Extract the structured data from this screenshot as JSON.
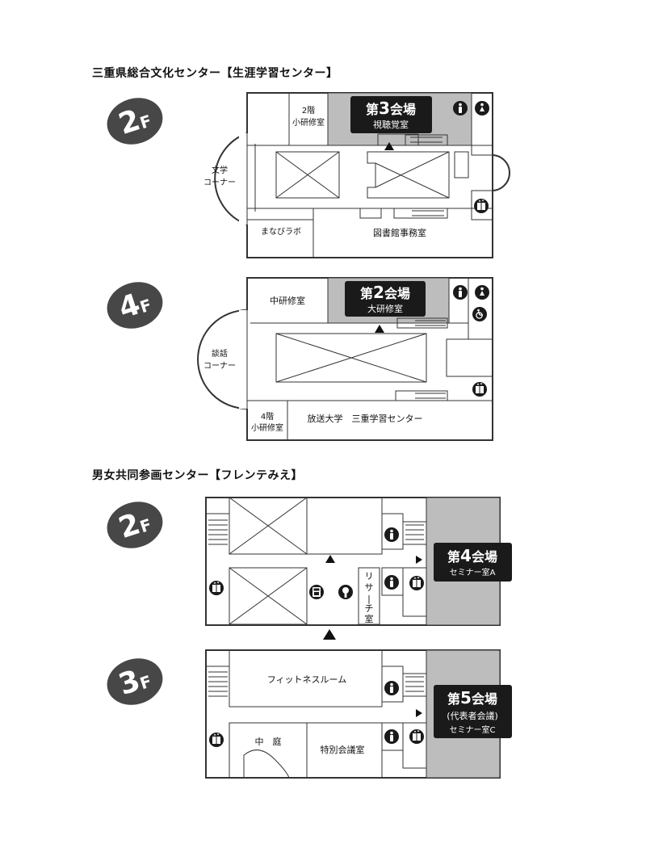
{
  "sections": {
    "mie_center": {
      "title": "三重県総合文化センター【生涯学習センター】"
    },
    "frente": {
      "title": "男女共同参画センター【フレンテみえ】"
    }
  },
  "floors": {
    "mie_2f": {
      "num": "2",
      "suffix": "F"
    },
    "mie_4f": {
      "num": "4",
      "suffix": "F"
    },
    "fr_2f": {
      "num": "2",
      "suffix": "F"
    },
    "fr_3f": {
      "num": "3",
      "suffix": "F"
    }
  },
  "venues": {
    "v3": {
      "pre": "第",
      "num": "3",
      "post": "会場",
      "sub": "視聴覚室"
    },
    "v2": {
      "pre": "第",
      "num": "2",
      "post": "会場",
      "sub": "大研修室"
    },
    "v4": {
      "pre": "第",
      "num": "4",
      "post": "会場",
      "sub": "セミナー室A"
    },
    "v5": {
      "pre": "第",
      "num": "5",
      "post": "会場",
      "sub1": "(代表者会議)",
      "sub2": "セミナー室C"
    }
  },
  "rooms": {
    "m2_small_1": "2階",
    "m2_small_2": "小研修室",
    "m2_bungaku_1": "文学",
    "m2_bungaku_2": "コーナー",
    "m2_manabi": "まなびラボ",
    "m2_library": "図書館事務室",
    "m4_chu": "中研修室",
    "m4_danwa_1": "談話",
    "m4_danwa_2": "コーナー",
    "m4_small_1": "4階",
    "m4_small_2": "小研修室",
    "m4_hoso": "放送大学　三重学習センター",
    "f2_research_1": "リ",
    "f2_research_2": "サ",
    "f2_research_3": "|",
    "f2_research_4": "チ",
    "f2_research_5": "室",
    "f3_fitness": "フィットネスルーム",
    "f3_courtyard": "中　庭",
    "f3_special": "特別会議室"
  },
  "colors": {
    "venue_fill": "#bdbdbd",
    "label_box": "#1a1a1a",
    "badge": "#474747",
    "line": "#333333"
  },
  "icons": {
    "toilet_male": "man-icon",
    "toilet_female": "woman-icon",
    "accessible": "wheelchair-icon",
    "elevator": "elevator-icon",
    "phone": "phone-icon",
    "info": "info-icon"
  }
}
